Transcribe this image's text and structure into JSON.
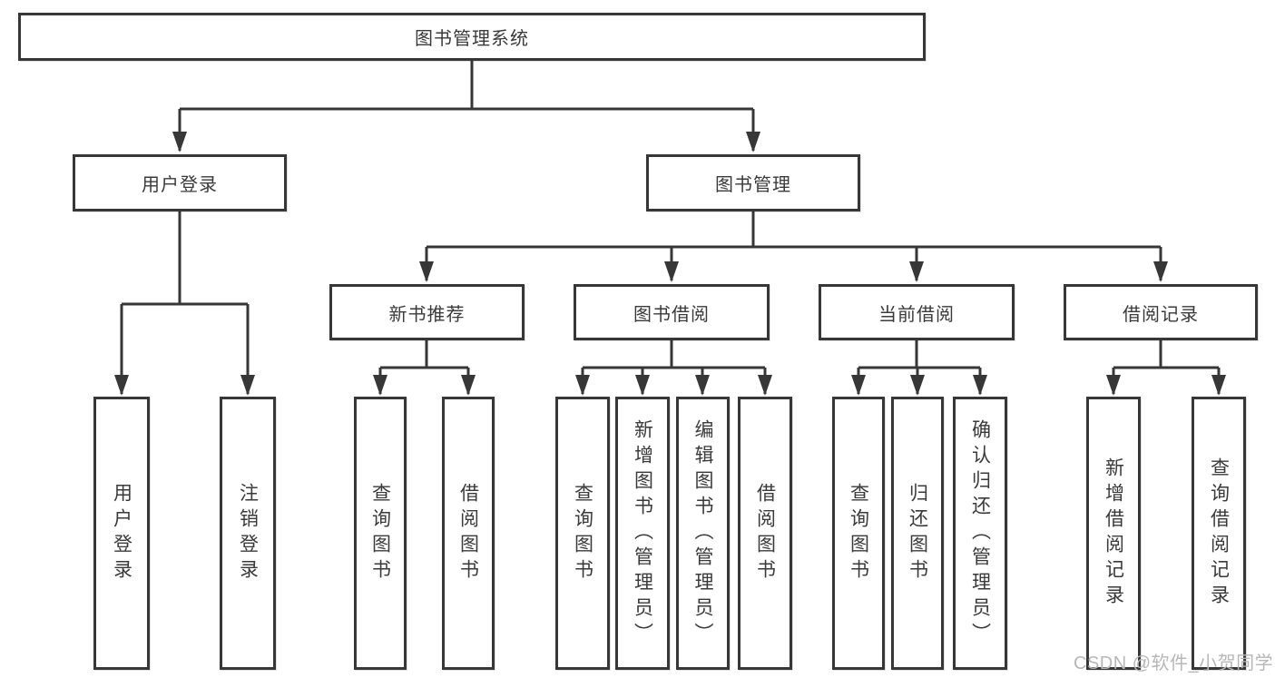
{
  "colors": {
    "line": "#373737",
    "box_border": "#373737",
    "text": "#3a3a3a",
    "watermark": "#b7b7b7",
    "background": "#ffffff"
  },
  "watermark": {
    "text": "CSDN @软件_小贺同学"
  },
  "nodes": {
    "root": "图书管理系统",
    "user_login": "用户登录",
    "book_management": "图书管理",
    "new_book_recommend": "新书推荐",
    "book_borrowing": "图书借阅",
    "current_borrowing": "当前借阅",
    "borrowing_records": "借阅记录",
    "leaf_user_login": "用户登录",
    "leaf_logout": "注销登录",
    "leaf_nbr_query_books": "查询图书",
    "leaf_nbr_borrow_books": "借阅图书",
    "leaf_bb_query_books": "查询图书",
    "leaf_bb_add_books_admin": "新增图书（管理员）",
    "leaf_bb_edit_books_admin": "编辑图书（管理员）",
    "leaf_bb_borrow_books": "借阅图书",
    "leaf_cb_query_books": "查询图书",
    "leaf_cb_return_books": "归还图书",
    "leaf_cb_confirm_return_admin": "确认归还（管理员）",
    "leaf_br_add_record": "新增借阅记录",
    "leaf_br_query_record": "查询借阅记录"
  }
}
